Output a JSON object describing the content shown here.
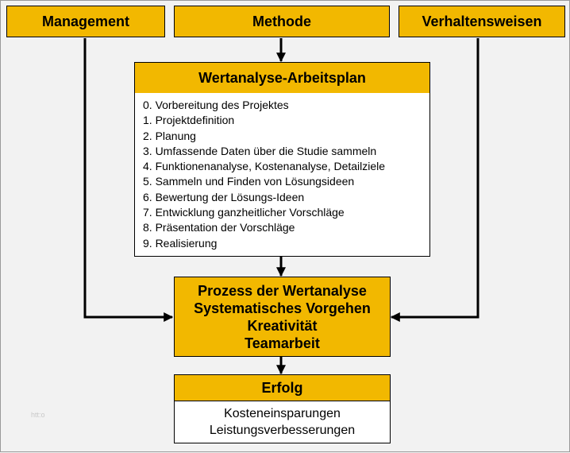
{
  "inputs": {
    "management": "Management",
    "methode": "Methode",
    "verhaltensweisen": "Verhaltensweisen"
  },
  "plan": {
    "title": "Wertanalyse-Arbeitsplan",
    "steps": [
      "0. Vorbereitung des Projektes",
      "1. Projektdefinition",
      "2. Planung",
      "3. Umfassende Daten über die Studie sammeln",
      "4. Funktionenanalyse,  Kostenanalyse,  Detailziele",
      "5. Sammeln und Finden von Lösungsideen",
      "6. Bewertung der Lösungs-Ideen",
      "7. Entwicklung  ganzheitlicher  Vorschläge",
      "8. Präsentation der Vorschläge",
      "9. Realisierung"
    ]
  },
  "process": {
    "lines": [
      "Prozess der Wertanalyse",
      "Systematisches Vorgehen",
      "Kreativität",
      "Teamarbeit"
    ]
  },
  "result": {
    "title": "Erfolg",
    "items": [
      "Kosteneinsparungen",
      "Leistungsverbesserungen"
    ]
  },
  "watermark": "htt:o",
  "colors": {
    "box_fill": "#f2b800",
    "background": "#f2f2f2",
    "line": "#000000"
  }
}
